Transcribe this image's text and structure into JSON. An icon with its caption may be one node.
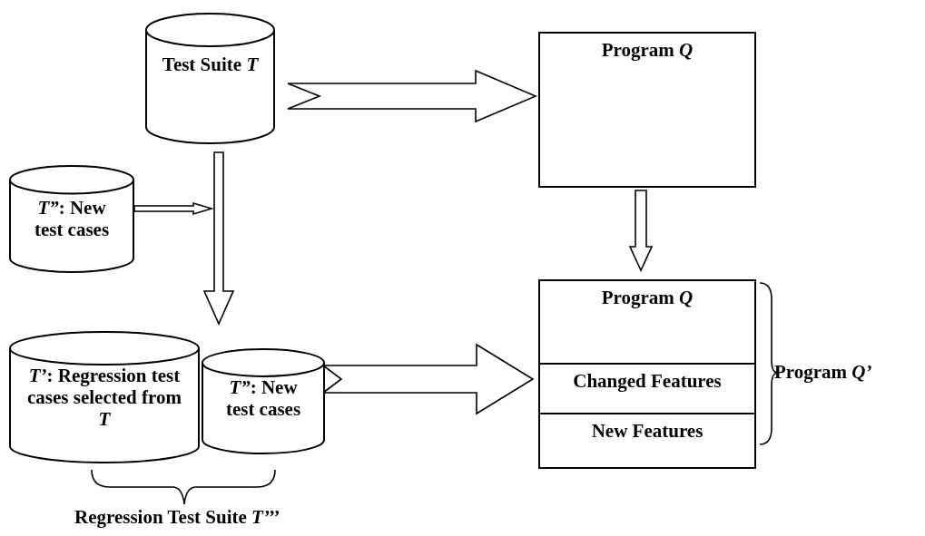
{
  "diagram": {
    "nodes": [
      {
        "text": [
          "Test Suite *T*"
        ]
      },
      {
        "text": [
          "Program *Q*"
        ]
      },
      {
        "text": [
          "*T”*: New test cases"
        ]
      },
      {
        "text": [
          "*T’*: Regression test cases selected from *T*"
        ]
      },
      {
        "text": [
          "*T”*: New test cases"
        ]
      },
      {
        "text": [],
        "shape": "box",
        "beside": [
          "Program *Q’*"
        ]
      },
      {
        "text": [
          "Program *Q*"
        ],
        "in": 5
      },
      {
        "text": [
          "Changed Features"
        ],
        "in": 5
      },
      {
        "text": [
          "New Features"
        ],
        "in": 5
      }
    ],
    "edges": [
      {
        "from": 0,
        "to": 1,
        "arrow": "to"
      },
      {
        "from": 0,
        "to": 3,
        "arrow": "to"
      },
      {
        "from": 2,
        "to": null,
        "arrow": "to"
      },
      {
        "from": 1,
        "to": 5,
        "arrow": "to"
      },
      {
        "from": 4,
        "to": 5,
        "arrow": "to"
      }
    ],
    "labels": [
      "Regression Test Suite *T’’’*"
    ]
  }
}
